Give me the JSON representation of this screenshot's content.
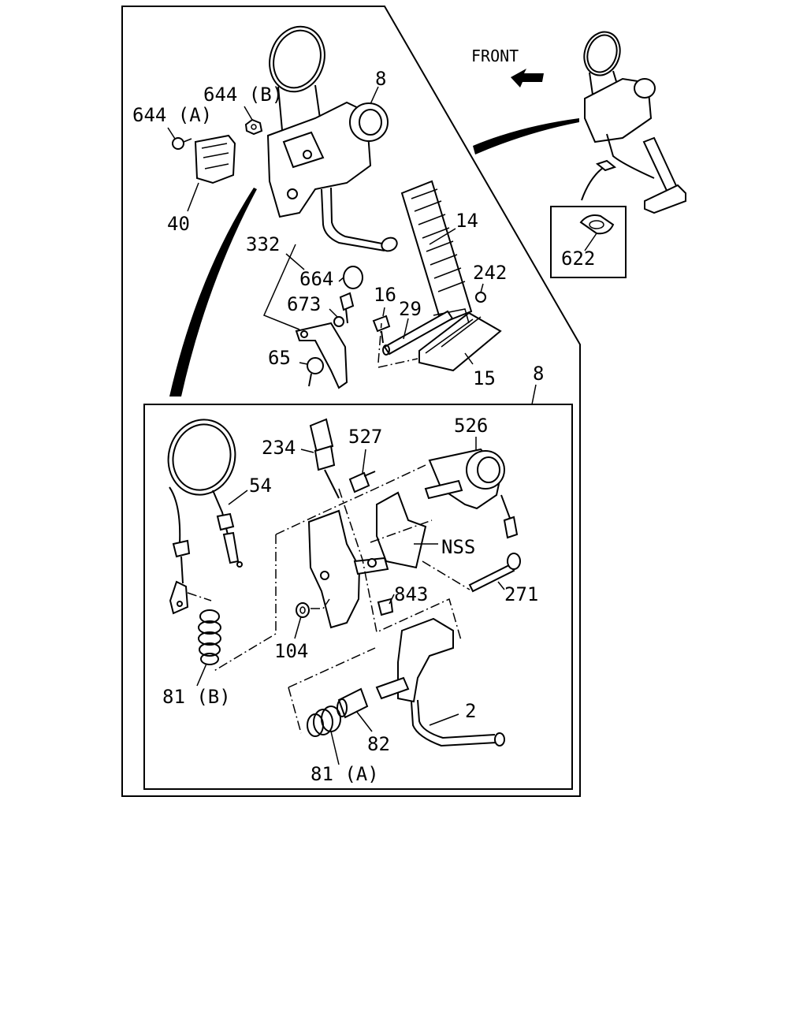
{
  "header": {
    "direction_label": "FRONT"
  },
  "callouts": {
    "c644a": "644 (A)",
    "c644b": "644 (B)",
    "c8_top": "8",
    "c40": "40",
    "c14": "14",
    "c332": "332",
    "c664": "664",
    "c673": "673",
    "c242": "242",
    "c16": "16",
    "c29": "29",
    "c65": "65",
    "c15": "15",
    "c8_box": "8",
    "c622": "622",
    "c234": "234",
    "c527": "527",
    "c526": "526",
    "c54": "54",
    "cNSS": "NSS",
    "c271": "271",
    "c843": "843",
    "c104": "104",
    "c81b": "81 (B)",
    "c2": "2",
    "c82": "82",
    "c81a": "81 (A)"
  },
  "colors": {
    "ink": "#000000",
    "paper": "#ffffff"
  }
}
